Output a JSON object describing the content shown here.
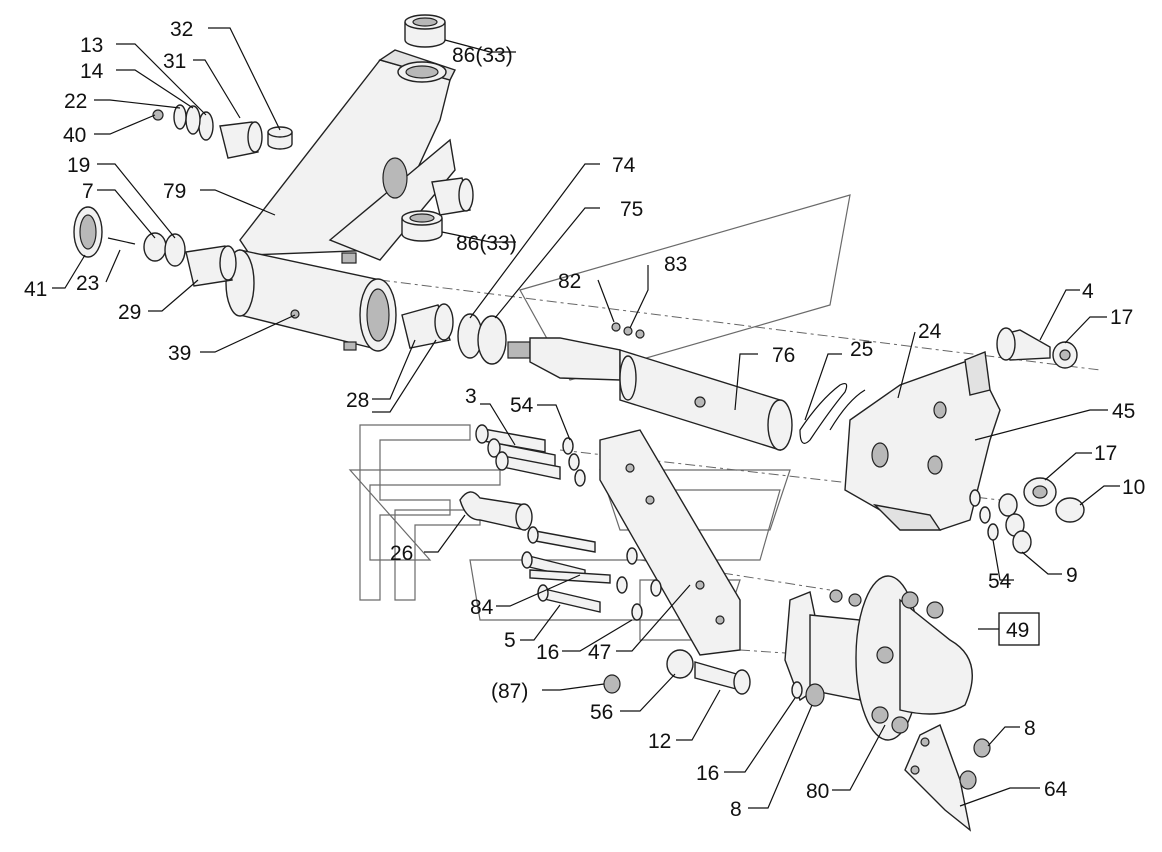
{
  "callouts": [
    {
      "id": "c32",
      "text": "32"
    },
    {
      "id": "c86a",
      "text": "86(33)"
    },
    {
      "id": "c13",
      "text": "13"
    },
    {
      "id": "c31",
      "text": "31"
    },
    {
      "id": "c14",
      "text": "14"
    },
    {
      "id": "c22",
      "text": "22"
    },
    {
      "id": "c40",
      "text": "40"
    },
    {
      "id": "c19",
      "text": "19"
    },
    {
      "id": "c7",
      "text": "7"
    },
    {
      "id": "c79",
      "text": "79"
    },
    {
      "id": "c41",
      "text": "41"
    },
    {
      "id": "c23",
      "text": "23"
    },
    {
      "id": "c29",
      "text": "29"
    },
    {
      "id": "c86b",
      "text": "86(33)"
    },
    {
      "id": "c74",
      "text": "74"
    },
    {
      "id": "c75",
      "text": "75"
    },
    {
      "id": "c82",
      "text": "82"
    },
    {
      "id": "c83",
      "text": "83"
    },
    {
      "id": "c39",
      "text": "39"
    },
    {
      "id": "c76",
      "text": "76"
    },
    {
      "id": "c25",
      "text": "25"
    },
    {
      "id": "c24",
      "text": "24"
    },
    {
      "id": "c4",
      "text": "4"
    },
    {
      "id": "c17a",
      "text": "17"
    },
    {
      "id": "c28",
      "text": "28"
    },
    {
      "id": "c3",
      "text": "3"
    },
    {
      "id": "c54a",
      "text": "54"
    },
    {
      "id": "c45",
      "text": "45"
    },
    {
      "id": "c17b",
      "text": "17"
    },
    {
      "id": "c10",
      "text": "10"
    },
    {
      "id": "c26",
      "text": "26"
    },
    {
      "id": "c54b",
      "text": "54"
    },
    {
      "id": "c9",
      "text": "9"
    },
    {
      "id": "c84",
      "text": "84"
    },
    {
      "id": "c5",
      "text": "5"
    },
    {
      "id": "c49",
      "text": "49"
    },
    {
      "id": "c16a",
      "text": "16"
    },
    {
      "id": "c47",
      "text": "47"
    },
    {
      "id": "c87",
      "text": "(87)"
    },
    {
      "id": "c56",
      "text": "56"
    },
    {
      "id": "c12",
      "text": "12"
    },
    {
      "id": "c8a",
      "text": "8"
    },
    {
      "id": "c16b",
      "text": "16"
    },
    {
      "id": "c80",
      "text": "80"
    },
    {
      "id": "c64",
      "text": "64"
    },
    {
      "id": "c8b",
      "text": "8"
    }
  ]
}
